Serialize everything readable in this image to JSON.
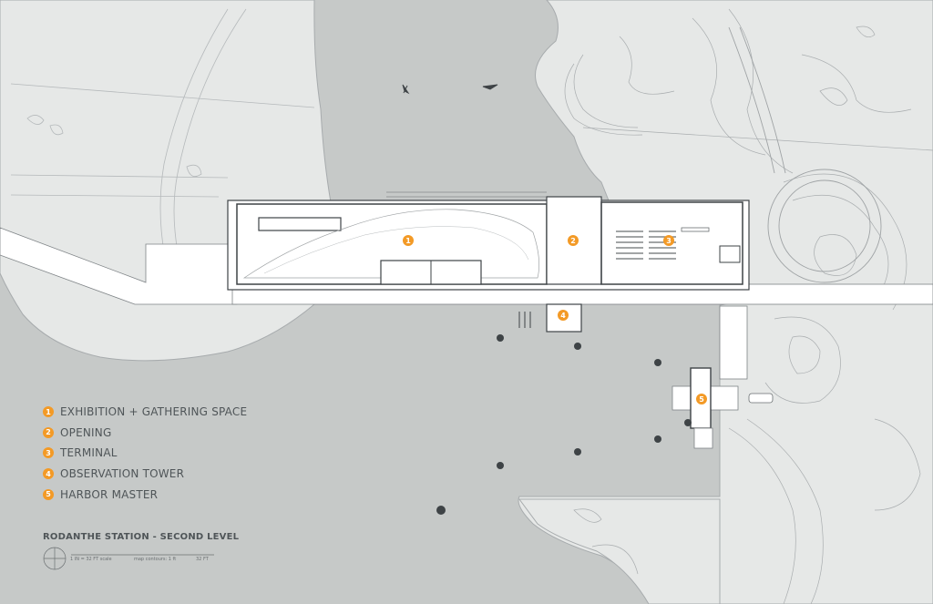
{
  "colors": {
    "water": "#c6c9c8",
    "land": "#e6e8e7",
    "building": "#ffffff",
    "linework": "#8a8f91",
    "accent": "#f39a26",
    "text": "#4f5558"
  },
  "legend": [
    {
      "num": "1",
      "label": "EXHIBITION + GATHERING SPACE"
    },
    {
      "num": "2",
      "label": "OPENING"
    },
    {
      "num": "3",
      "label": "TERMINAL"
    },
    {
      "num": "4",
      "label": "OBSERVATION TOWER"
    },
    {
      "num": "5",
      "label": "HARBOR MASTER"
    }
  ],
  "title": "RODANTHE STATION - SECOND LEVEL",
  "scale": {
    "left_text": "1 IN = 32 FT scale",
    "middle_text": "map contours: 1 ft",
    "right_text": "32 FT"
  },
  "markers": [
    "1",
    "2",
    "3",
    "4",
    "5"
  ]
}
